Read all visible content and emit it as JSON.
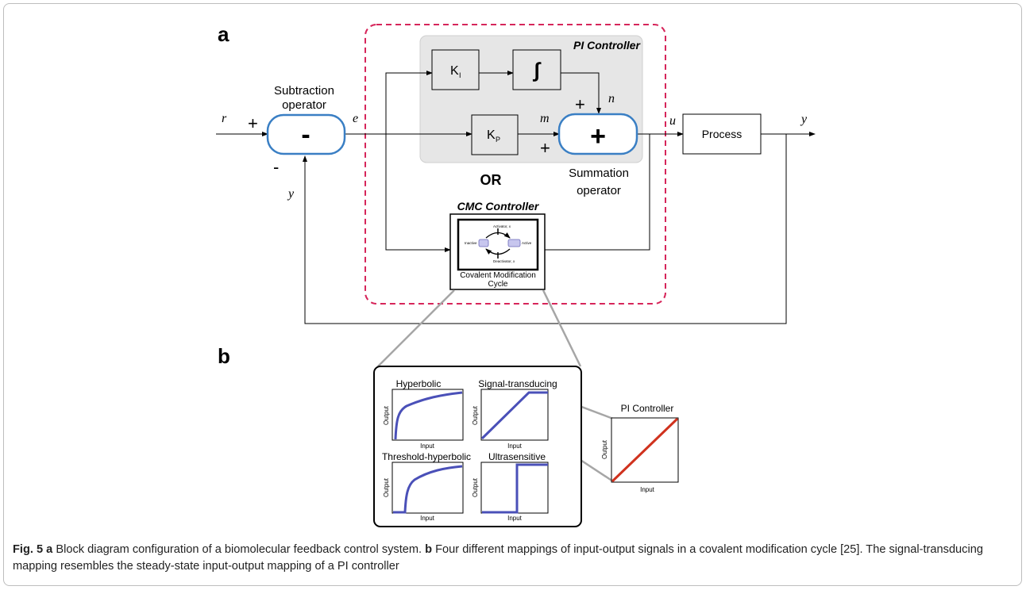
{
  "panel_labels": {
    "a": "a",
    "b": "b"
  },
  "signals": {
    "r": "r",
    "e": "e",
    "m": "m",
    "n": "n",
    "u": "u",
    "y_out": "y",
    "y_fb": "y"
  },
  "signs": {
    "r_plus": "+",
    "fb_minus": "-",
    "n_plus": "+",
    "m_plus": "+"
  },
  "blocks": {
    "subtraction_symbol": "-",
    "subtraction_label_1": "Subtraction",
    "subtraction_label_2": "operator",
    "ki": "K",
    "ki_sub": "I",
    "integral": "∫",
    "kp": "K",
    "kp_sub": "P",
    "summation_symbol": "+",
    "summation_label_1": "Summation",
    "summation_label_2": "operator",
    "process": "Process",
    "pi_title": "PI Controller",
    "or": "OR",
    "cmc_title": "CMC Controller",
    "cmc_label_1": "Covalent Modification",
    "cmc_label_2": "Cycle",
    "cmc_activator": "Activator, x",
    "cmc_deactivator": "Deactivator, x",
    "cmc_inactive": "Inactive",
    "cmc_active": "Active"
  },
  "mappings": {
    "hyperbolic": "Hyperbolic",
    "signal_transducing": "Signal-transducing",
    "threshold_hyperbolic": "Threshold-hyperbolic",
    "ultrasensitive": "Ultrasensitive",
    "pi_controller": "PI Controller",
    "axis_output": "Output",
    "axis_input": "Input",
    "curve_color": "#4a50b8",
    "pi_curve_color": "#d0321e"
  },
  "caption": {
    "fig": "Fig. 5",
    "a": "a",
    "text_a": " Block diagram configuration of a biomolecular feedback control system. ",
    "b": "b",
    "text_b": " Four different mappings of input-output signals in a covalent modification cycle [25]. The signal-transducing mapping resembles the steady-state input-output mapping of a PI controller"
  },
  "colors": {
    "dashed_border": "#d6255a",
    "pi_background": "#e6e6e6",
    "operator_border": "#3a7fc4"
  }
}
